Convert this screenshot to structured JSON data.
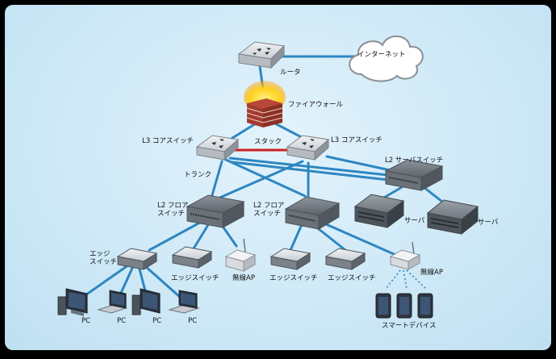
{
  "labels": {
    "internet": "インターネット",
    "router": "ルータ",
    "firewall": "ファイアウォール",
    "core_left": "L3 コアスイッチ",
    "core_right": "L3 コアスイッチ",
    "stack": "スタック",
    "trunk": "トランク",
    "server_switch": "L2 サーバスイッチ",
    "floor_left": [
      "L2 フロア",
      "スイッチ"
    ],
    "floor_right": [
      "L2 フロア",
      "スイッチ"
    ],
    "server_a": "サーバ",
    "server_b": "サーバ",
    "edge_left": [
      "エッジ",
      "スイッチ"
    ],
    "edge_2": "エッジスイッチ",
    "edge_3": "エッジスイッチ",
    "edge_4": "エッジスイッチ",
    "ap_left": "無線AP",
    "ap_right": "無線AP",
    "pc1": "PC",
    "pc2": "PC",
    "pc3": "PC",
    "pc4": "PC",
    "smart_devices": "スマートデバイス"
  },
  "colors": {
    "link": "#2e86c1",
    "stack_link": "#cc1f1f",
    "wireless": "#3b8fd4",
    "device_top": "#dfe2e6",
    "device_side": "#8e949b"
  },
  "icons": {
    "router": "router-icon",
    "firewall": "firewall-icon",
    "cloud": "cloud-icon",
    "switch": "switch-icon",
    "server": "server-icon",
    "access_point": "access-point-icon",
    "pc": "pc-icon",
    "smart_device": "smart-device-icon"
  }
}
